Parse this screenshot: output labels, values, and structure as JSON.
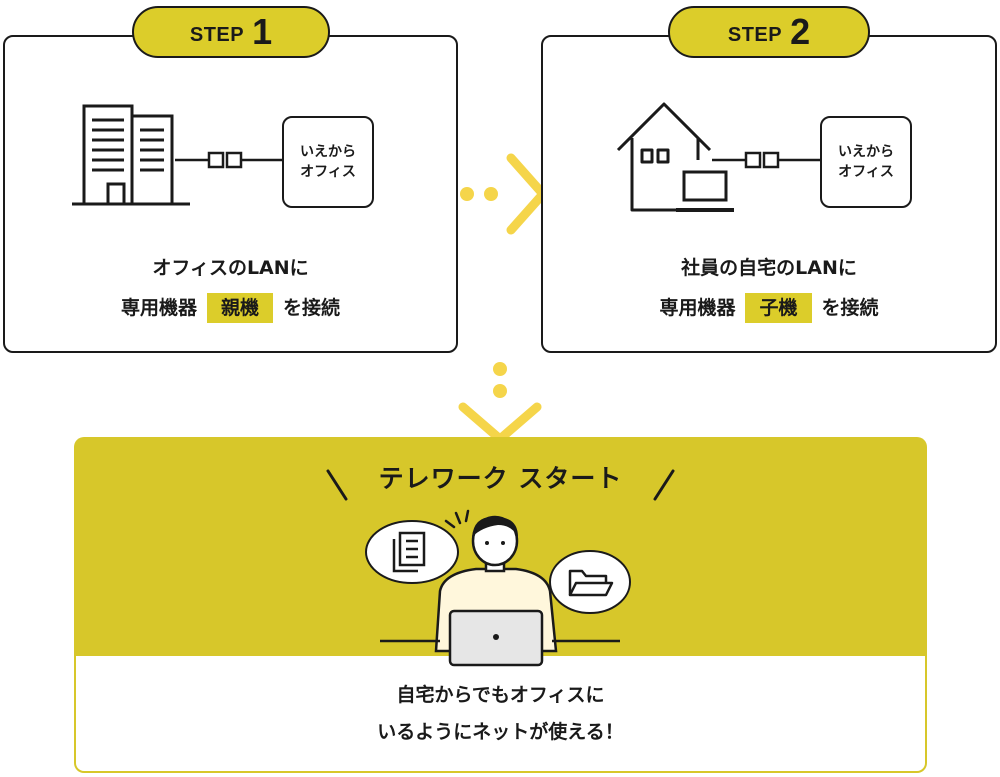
{
  "step1": {
    "step_label": "STEP",
    "step_number": "1",
    "device_line1": "いえから",
    "device_line2": "オフィス",
    "caption_line1": "オフィスのLANに",
    "caption_prefix": "専用機器",
    "caption_highlight": "親機",
    "caption_suffix": "を接続"
  },
  "step2": {
    "step_label": "STEP",
    "step_number": "2",
    "device_line1": "いえから",
    "device_line2": "オフィス",
    "caption_line1": "社員の自宅のLANに",
    "caption_prefix": "専用機器",
    "caption_highlight": "子機",
    "caption_suffix": "を接続"
  },
  "banner": {
    "title": "テレワーク スタート",
    "message_line1": "自宅からでもオフィスに",
    "message_line2": "いるようにネットが使える！"
  },
  "colors": {
    "accent_yellow": "#dccd2a",
    "arrow_yellow": "#f5d54a",
    "banner_yellow": "#d7c72a",
    "outline": "#1a1a1a"
  },
  "icons": [
    "office-building-icon",
    "cable-connector-icon",
    "house-icon",
    "laptop-icon",
    "right-arrow-icon",
    "down-arrow-icon",
    "document-icon",
    "folder-icon",
    "person-with-laptop-icon"
  ]
}
